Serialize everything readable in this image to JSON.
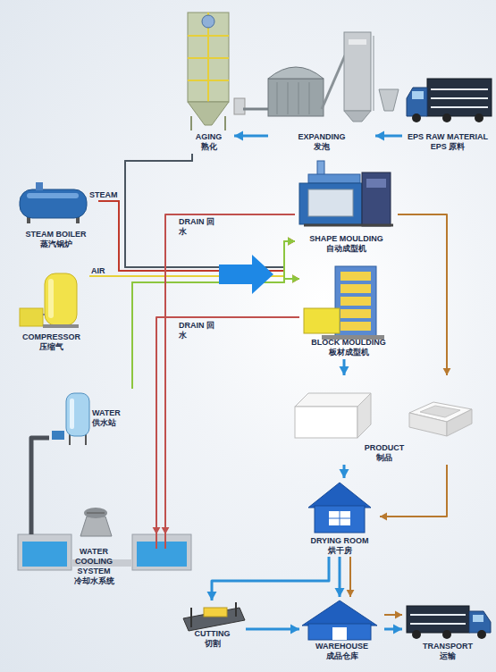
{
  "diagram": {
    "nodes": [
      {
        "text": [
          "AGING",
          "熟化"
        ]
      },
      {
        "text": [
          "EXPANDING",
          "发泡"
        ]
      },
      {
        "text": [
          "EPS RAW MATERIAL",
          "EPS 原料"
        ]
      },
      {
        "text": [
          "STEAM BOILER",
          "蒸汽锅炉"
        ]
      },
      {
        "text": [
          "SHAPE MOULDING",
          "自动成型机"
        ]
      },
      {
        "text": [
          "COMPRESSOR",
          "压缩气"
        ]
      },
      {
        "text": [
          "BLOCK MOULDING",
          "板材成型机"
        ]
      },
      {
        "text": [
          "WATER",
          "供水站"
        ]
      },
      {
        "text": [
          "PRODUCT",
          "制品"
        ]
      },
      {
        "text": [
          "WATER COOLING SYSTEM",
          "冷却水系统"
        ]
      },
      {
        "text": [
          "DRYING ROOM",
          "烘干房"
        ]
      },
      {
        "text": [
          "CUTTING",
          "切割"
        ]
      },
      {
        "text": [
          "WAREHOUSE",
          "成品仓库"
        ]
      },
      {
        "text": [
          "TRANSPORT",
          "运输"
        ]
      }
    ],
    "edges": [
      {
        "from": 2,
        "to": 1,
        "arrow": "to"
      },
      {
        "from": 1,
        "to": 0,
        "arrow": "to"
      },
      {
        "from": 0,
        "to": 4,
        "arrow": "to"
      },
      {
        "from": 0,
        "to": 6,
        "arrow": "to"
      },
      {
        "from": 3,
        "to": 4,
        "label": "STEAM",
        "arrow": "to"
      },
      {
        "from": 3,
        "to": 6,
        "arrow": "to"
      },
      {
        "from": 5,
        "to": 4,
        "label": "AIR",
        "arrow": "to"
      },
      {
        "from": 5,
        "to": 6,
        "arrow": "to"
      },
      {
        "from": 7,
        "to": 4,
        "arrow": "to"
      },
      {
        "from": 7,
        "to": 6,
        "arrow": "to"
      },
      {
        "from": 4,
        "to": 9,
        "label": "DRAIN 回水",
        "arrow": "to"
      },
      {
        "from": 6,
        "to": 9,
        "label": "DRAIN 回水",
        "arrow": "to"
      },
      {
        "from": 9,
        "to": 7,
        "arrow": "none"
      },
      {
        "from": 4,
        "to": 8,
        "arrow": "to"
      },
      {
        "from": 6,
        "to": 8,
        "arrow": "to"
      },
      {
        "from": 8,
        "to": 10,
        "arrow": "to"
      },
      {
        "from": 8,
        "to": 10,
        "arrow": "to"
      },
      {
        "from": 10,
        "to": 12,
        "arrow": "to"
      },
      {
        "from": 10,
        "to": 12,
        "arrow": "to"
      },
      {
        "from": 10,
        "to": 11,
        "arrow": "to"
      },
      {
        "from": 11,
        "to": 12,
        "arrow": "to"
      },
      {
        "from": 12,
        "to": 13,
        "arrow": "to"
      },
      {
        "from": 12,
        "to": 13,
        "arrow": "to"
      }
    ]
  }
}
